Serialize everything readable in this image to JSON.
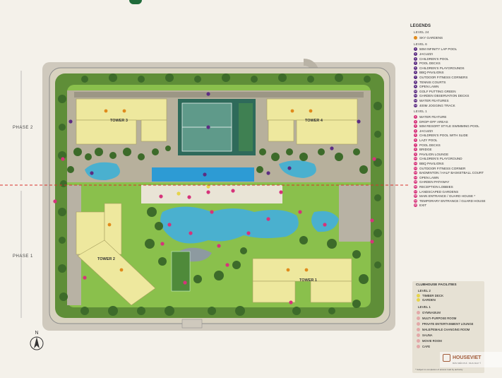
{
  "colors": {
    "site": "#d8d2bf",
    "lawn": "#8ac04c",
    "tree": "#3d6b2a",
    "tower": "#eee89e",
    "water": "#4ab0cf",
    "pool": "#2d9bd4",
    "road": "#c9c4b9",
    "level24": "#e08a1c",
    "level6": "#5c2d82",
    "level1": "#d6337a",
    "club": "#e2a8a8",
    "phase_line": "#d8312c"
  },
  "phases": {
    "phase2": "PHASE 2",
    "phase1": "PHASE 1"
  },
  "towers": {
    "t1": "TOWER 1",
    "t2": "TOWER 2",
    "t3": "TOWER 3",
    "t4": "TOWER 4"
  },
  "compass": "N",
  "legend": {
    "title": "LEGENDS",
    "level24": {
      "label": "LEVEL 24",
      "items": [
        "SKY GARDENS"
      ]
    },
    "level6": {
      "label": "LEVEL 6",
      "items": [
        "50M INFINITY LAP POOL",
        "JACUZZI",
        "CHILDREN'S POOL",
        "POOL DECKS",
        "CHILDREN'S PLAYGROUNDS",
        "BBQ PAVILIONS",
        "OUTDOOR FITNESS CORNERS",
        "TENNIS COURTS",
        "OPEN LAWN",
        "GOLF PUTTING GREEN",
        "GARDEN OBSERVATION DECKS",
        "WATER FEATURES",
        "400M JOGGING TRACK"
      ]
    },
    "level1": {
      "label": "LEVEL 1",
      "items": [
        "WATER FEATURE",
        "DROP-OFF AREAS",
        "50M RESORT STYLE SWIMMING POOL",
        "JACUZZI",
        "CHILDREN'S POOL WITH SLIDE",
        "LAZY POOL",
        "POOL DECKS",
        "BRIDGE",
        "PAVILION LOUNGE",
        "CHILDREN'S PLAYGROUND",
        "BBQ PAVILIONS",
        "OUTDOOR FITNESS CORNER",
        "BADMINTON / HALF BASKETBALL COURT",
        "OPEN LAWN",
        "GARDEN PATHWAY",
        "RECEPTION LOBBIES",
        "LANDSCAPED GARDENS",
        "MAIN ENTRANCE / GUARD HOUSE *",
        "TEMPORARY ENTRANCE / GUARD HOUSE",
        "EXIT"
      ]
    }
  },
  "clubhouse": {
    "title": "CLUBHOUSE FACILITIES",
    "level2": {
      "label": "LEVEL 2",
      "items": [
        "TIMBER DECK",
        "GARDEN"
      ]
    },
    "level1": {
      "label": "LEVEL 1",
      "items": [
        "GYMNASIUM",
        "MULTI-PURPOSE ROOM",
        "PRIVATE ENTERTAINMENT LOUNGE",
        "MALE/FEMALE CHANGING ROOM",
        "SAUNA",
        "MOVIE ROOM",
        "CAFE"
      ]
    }
  },
  "brand": {
    "name": "HOUSEVIET",
    "tagline": "BÁN MIỄN PHÍ - MUA NHƯ Ý"
  },
  "footnote": "* Subject to completion of access road by authority"
}
